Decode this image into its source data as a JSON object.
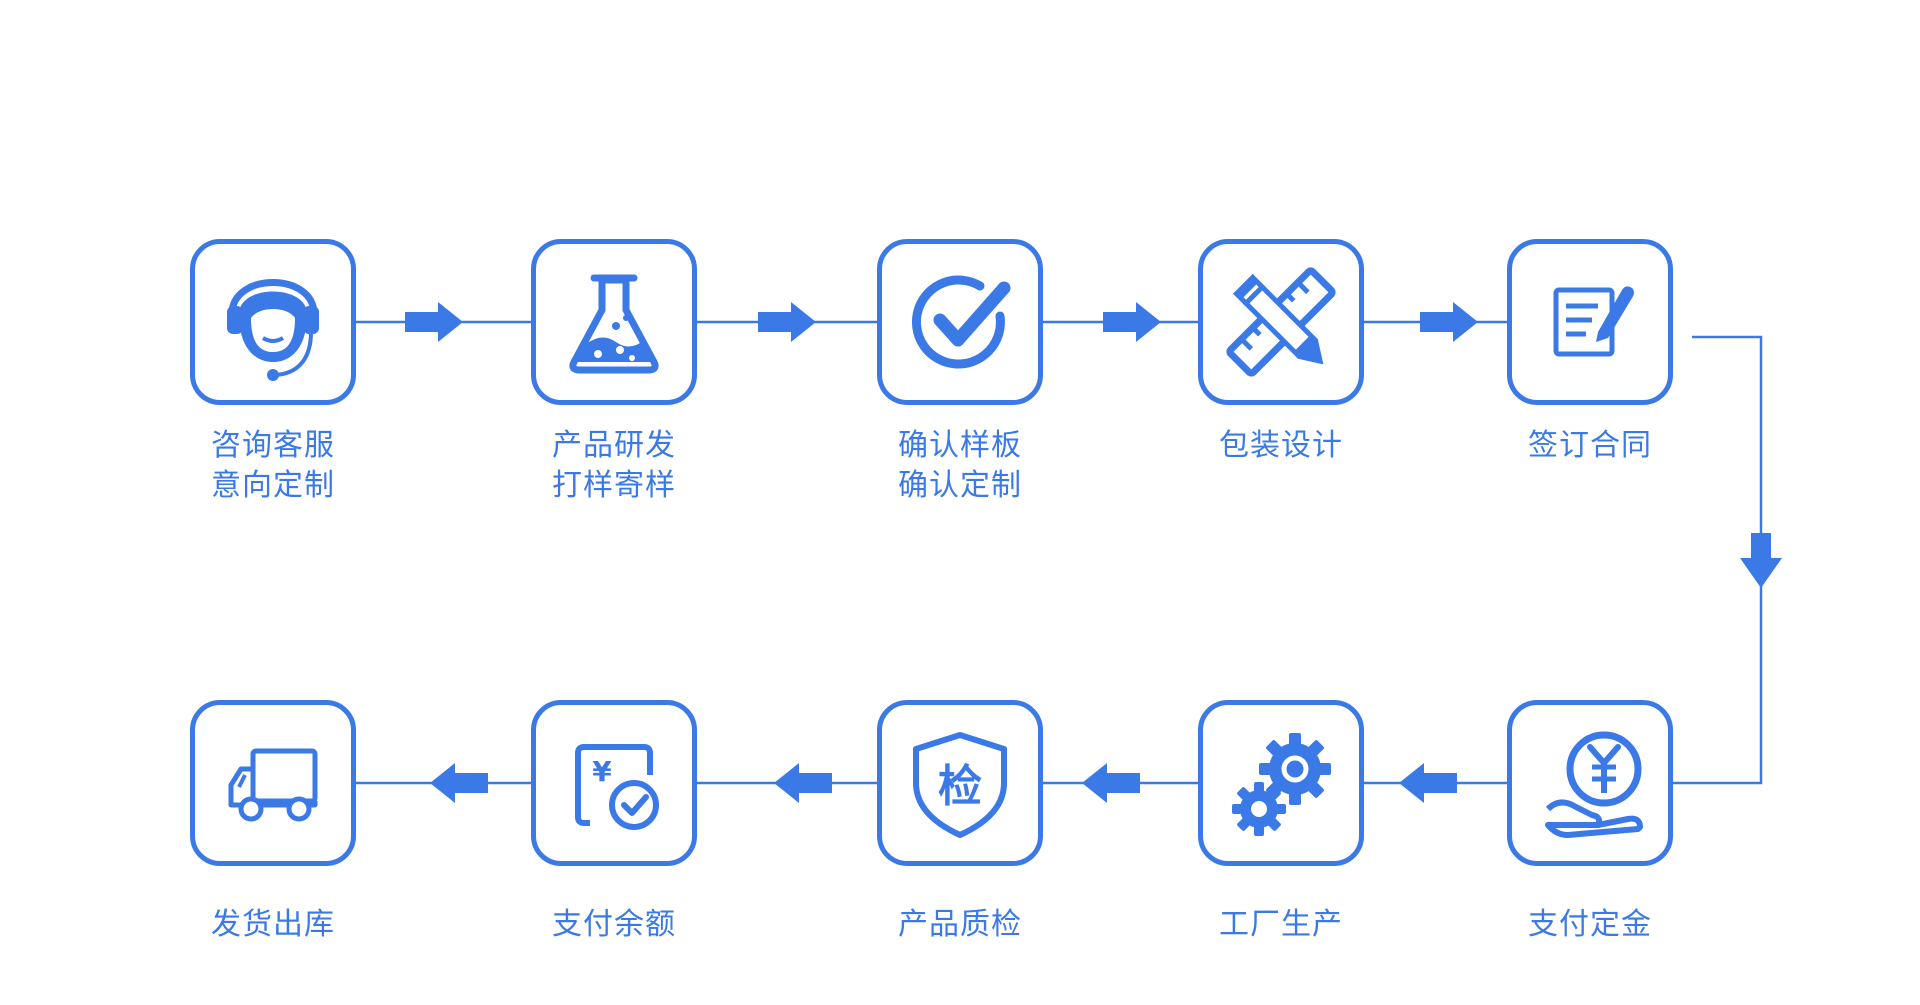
{
  "accent_color": "#3b7ae6",
  "steps": [
    {
      "icon": "customer-service-headset-icon",
      "lines": [
        "咨询客服",
        "意向定制"
      ]
    },
    {
      "icon": "lab-flask-icon",
      "lines": [
        "产品研发",
        "打样寄样"
      ]
    },
    {
      "icon": "check-circle-icon",
      "lines": [
        "确认样板",
        "确认定制"
      ]
    },
    {
      "icon": "pencil-ruler-icon",
      "lines": [
        "包装设计"
      ]
    },
    {
      "icon": "sign-document-icon",
      "lines": [
        "签订合同"
      ]
    },
    {
      "icon": "yuan-hand-coin-icon",
      "lines": [
        "支付定金"
      ]
    },
    {
      "icon": "gears-icon",
      "lines": [
        "工厂生产"
      ]
    },
    {
      "icon": "inspection-shield-icon",
      "glyph": "检",
      "lines": [
        "产品质检"
      ]
    },
    {
      "icon": "yuan-card-check-icon",
      "glyph": "¥",
      "lines": [
        "支付余额"
      ]
    },
    {
      "icon": "delivery-truck-icon",
      "lines": [
        "发货出库"
      ]
    }
  ]
}
